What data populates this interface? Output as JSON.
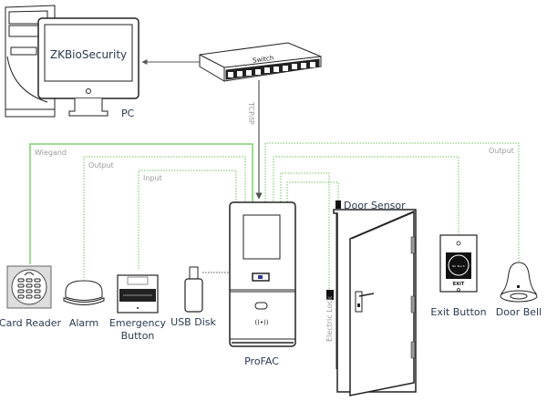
{
  "title": "ProFAC Connection Diagram",
  "colors": {
    "wire_solid": "#7cd46a",
    "wire_dotted": "#6cc45a",
    "network": "#555555",
    "outline": "#222222",
    "label_text": "#2a3a52",
    "wire_label_text": "#9a9a9a"
  },
  "nodes": {
    "pc": {
      "screen_text": "ZKBioSecurity",
      "label": "PC"
    },
    "switch": {
      "label": "Switch"
    },
    "profac": {
      "label": "ProFAC"
    },
    "card_reader": {
      "label": "Card Reader"
    },
    "alarm": {
      "label": "Alarm"
    },
    "emergency_button": {
      "label_line1": "Emergency",
      "label_line2": "Button"
    },
    "usb_disk": {
      "label": "USB Disk"
    },
    "door_sensor": {
      "label": "Door Sensor"
    },
    "electric_lock": {
      "label": "Electric Lock"
    },
    "exit_button": {
      "label": "Exit Button",
      "panel_text": "EXIT",
      "touch_text": "No Touch"
    },
    "door_bell": {
      "label": "Door Bell"
    }
  },
  "connections": {
    "pc_switch": {
      "kind": "network"
    },
    "switch_profac": {
      "label": "TCP/IP",
      "kind": "network"
    },
    "card_reader": {
      "label": "Wiegand",
      "kind": "solid"
    },
    "alarm": {
      "label": "Output",
      "kind": "dotted"
    },
    "emergency_button": {
      "label": "Input",
      "kind": "dotted"
    },
    "door_bell": {
      "label": "Output",
      "kind": "dotted"
    },
    "exit_button": {
      "kind": "dotted"
    },
    "door_sensor": {
      "kind": "dotted"
    },
    "electric_lock": {
      "kind": "dotted"
    },
    "usb_disk": {
      "kind": "dotted"
    }
  }
}
